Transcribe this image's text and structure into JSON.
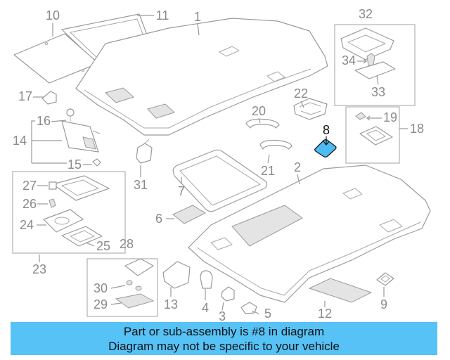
{
  "diagram": {
    "callouts": [
      "1",
      "2",
      "3",
      "4",
      "5",
      "6",
      "7",
      "8",
      "9",
      "10",
      "11",
      "12",
      "13",
      "14",
      "15",
      "16",
      "17",
      "18",
      "19",
      "20",
      "21",
      "22",
      "23",
      "24",
      "25",
      "26",
      "27",
      "28",
      "29",
      "30",
      "31",
      "32",
      "33",
      "34"
    ]
  },
  "banner": {
    "line1": "Part or sub-assembly is #8 in diagram",
    "line2": "Diagram may not be specific to your vehicle"
  },
  "colors": {
    "highlight_part": "#4cbcf2",
    "banner_background": "#56c2f6",
    "line_art": "#9a9a9a",
    "callout_text": "#8a8a8a",
    "selected_callout_text": "#111111"
  }
}
